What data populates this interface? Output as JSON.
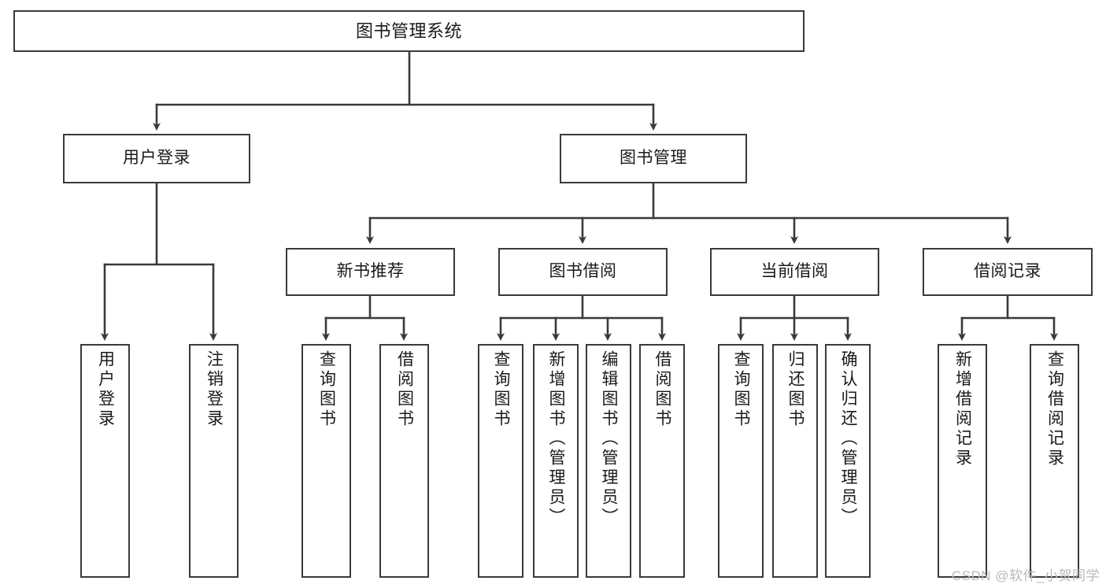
{
  "diagram": {
    "type": "tree-hierarchy-chart",
    "title": "图书管理系统",
    "line_color": "#3a3a3a",
    "box_fill": "#ffffff",
    "text_color": "#1a1a1a",
    "watermark": "CSDN @软件_小贺同学",
    "nodes": {
      "root": {
        "label": "图书管理系统"
      },
      "level2": [
        {
          "id": "user-login",
          "label": "用户登录"
        },
        {
          "id": "book-manage",
          "label": "图书管理"
        }
      ],
      "level3": [
        {
          "id": "new-book-rec",
          "label": "新书推荐"
        },
        {
          "id": "book-borrow",
          "label": "图书借阅"
        },
        {
          "id": "current-borrow",
          "label": "当前借阅"
        },
        {
          "id": "borrow-record",
          "label": "借阅记录"
        }
      ],
      "leaves": {
        "user_login": [
          {
            "id": "leaf-user-login",
            "label": "用户登录"
          },
          {
            "id": "leaf-logout",
            "label": "注销登录"
          }
        ],
        "new_book_rec": [
          {
            "id": "leaf-query-book-1",
            "label": "查询图书"
          },
          {
            "id": "leaf-borrow-book-1",
            "label": "借阅图书"
          }
        ],
        "book_borrow": [
          {
            "id": "leaf-query-book-2",
            "label": "查询图书"
          },
          {
            "id": "leaf-add-book",
            "label": "新增图书（管理员）"
          },
          {
            "id": "leaf-edit-book",
            "label": "编辑图书（管理员）"
          },
          {
            "id": "leaf-borrow-book-2",
            "label": "借阅图书"
          }
        ],
        "current_borrow": [
          {
            "id": "leaf-query-book-3",
            "label": "查询图书"
          },
          {
            "id": "leaf-return-book",
            "label": "归还图书"
          },
          {
            "id": "leaf-confirm-return",
            "label": "确认归还（管理员）"
          }
        ],
        "borrow_record": [
          {
            "id": "leaf-add-record",
            "label": "新增借阅记录"
          },
          {
            "id": "leaf-query-record",
            "label": "查询借阅记录"
          }
        ]
      }
    }
  }
}
